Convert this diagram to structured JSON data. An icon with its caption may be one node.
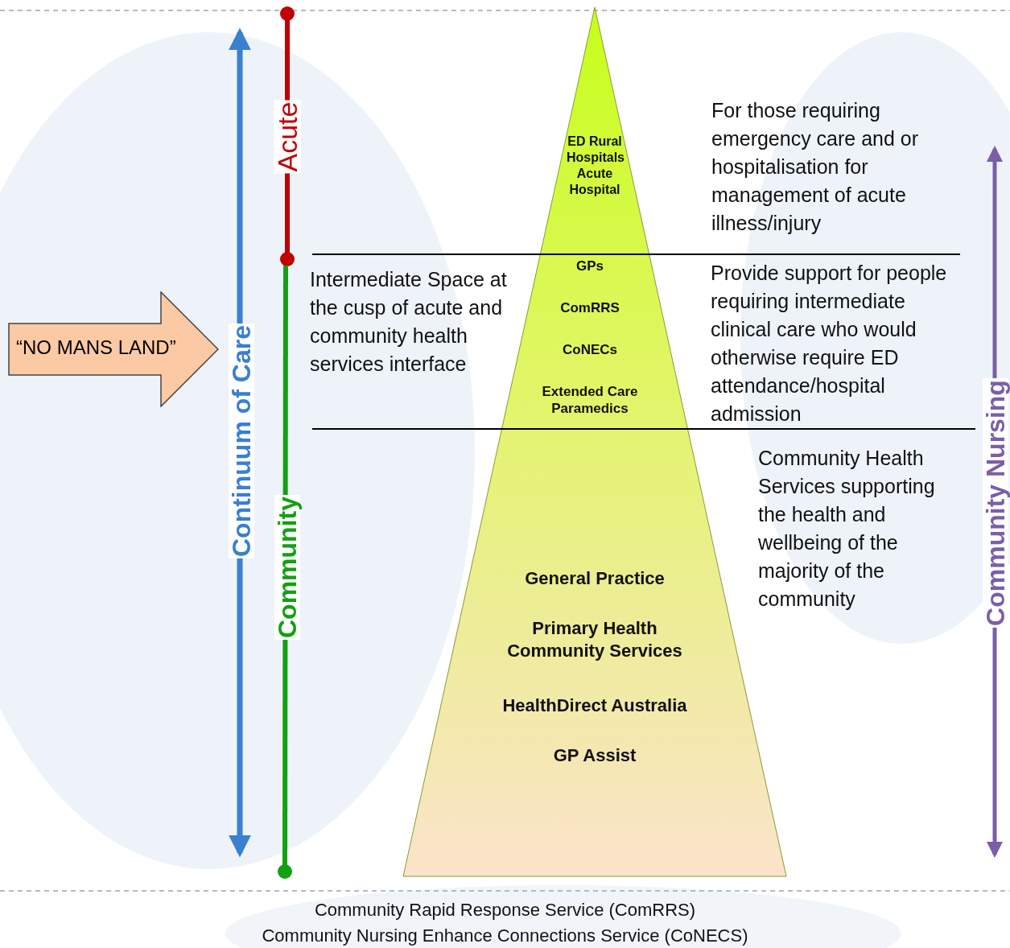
{
  "diagram": {
    "nodes": [
      {
        "text": [
          "ED Rural Hospitals Acute Hospital",
          "GPs",
          "ComRRS",
          "CoNECs",
          "Extended Care Paramedics",
          "General Practice",
          "Primary Health Community Services",
          "HealthDirect Australia",
          "GP Assist"
        ]
      },
      {
        "text": [
          "“NO MANS LAND”"
        ]
      }
    ],
    "edges": [],
    "labels": [
      "Acute",
      "Continuum of Care",
      "Community",
      "For those requiring emergency care and or hospitalisation for management of acute illness/injury",
      "Intermediate Space at the cusp of acute and community health services interface",
      "Provide support for people requiring intermediate clinical care who would otherwise require ED attendance/hospital admission",
      "Community Health Services supporting the health and wellbeing of the majority of the community",
      "Community Nursing",
      "Community Rapid Response Service (ComRRS)",
      "Community Nursing Enhance Connections Service (CoNECS)"
    ]
  }
}
